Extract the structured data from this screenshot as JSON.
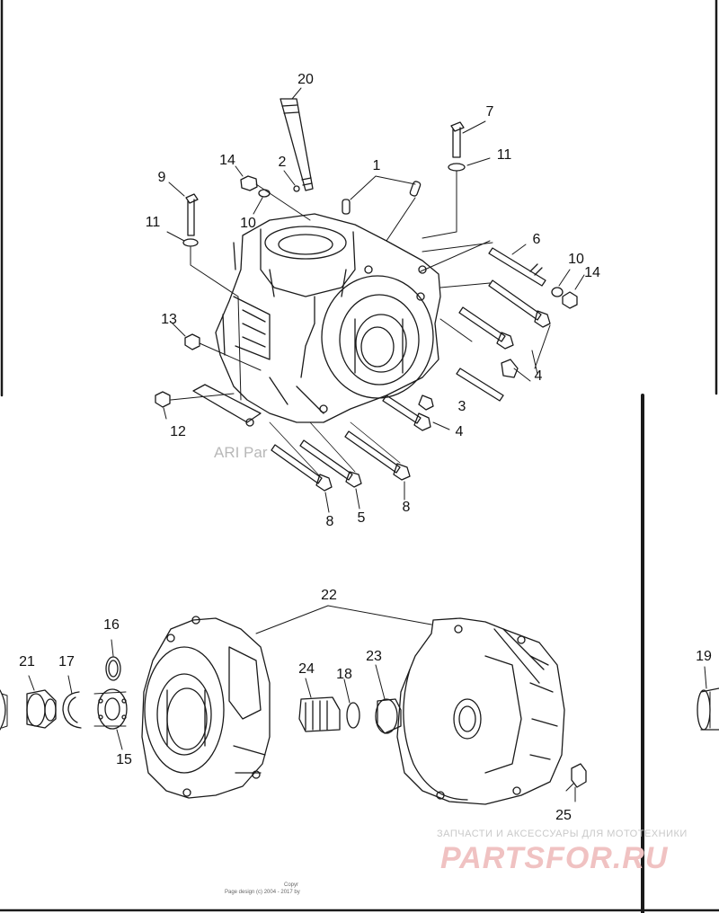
{
  "callouts": {
    "c1": "1",
    "c2": "2",
    "c3": "3",
    "c4a": "4",
    "c4b": "4",
    "c5": "5",
    "c6": "6",
    "c7": "7",
    "c8a": "8",
    "c8b": "8",
    "c9": "9",
    "c10a": "10",
    "c10b": "10",
    "c11a": "11",
    "c11b": "11",
    "c12": "12",
    "c13": "13",
    "c14a": "14",
    "c14b": "14",
    "c15": "15",
    "c16": "16",
    "c17": "17",
    "c18": "18",
    "c19": "19",
    "c20": "20",
    "c21": "21",
    "c22": "22",
    "c23": "23",
    "c24": "24",
    "c25": "25"
  },
  "watermarks": {
    "ari": "ARI Par",
    "caption": "ЗАПЧАСТИ И АКСЕССУАРЫ ДЛЯ МОТОТЕХНИКИ",
    "logo": "PARTSFOR.RU"
  },
  "footer": {
    "copyright": "Copyr",
    "page_design": "Page design (c) 2004 - 2017 by"
  },
  "colors": {
    "line": "#1a1a1a",
    "background": "#ffffff",
    "watermark_logo": "#f0c2c2"
  }
}
